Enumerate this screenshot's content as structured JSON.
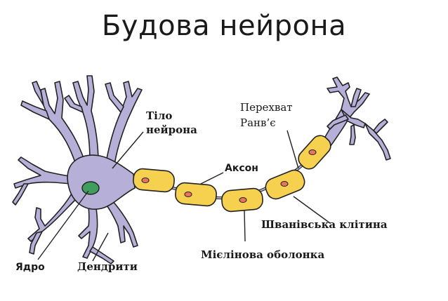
{
  "title": "Будова нейрона",
  "labels": {
    "body_line1": "Тіло",
    "body_line2": "нейрона",
    "axon": "Аксон",
    "node_line1": "Перехват",
    "node_line2": "Ранв’є",
    "schwann": "Шванівська клітина",
    "myelin": "Мієлінова оболонка",
    "nucleus": "Ядро",
    "dendrites": "Дендрити"
  },
  "colors": {
    "cell_body": "#b6afd8",
    "myelin": "#f6d04f",
    "schwann_nucleus": "#e8745a",
    "nucleus": "#3f9e5e",
    "outline": "#222222"
  }
}
